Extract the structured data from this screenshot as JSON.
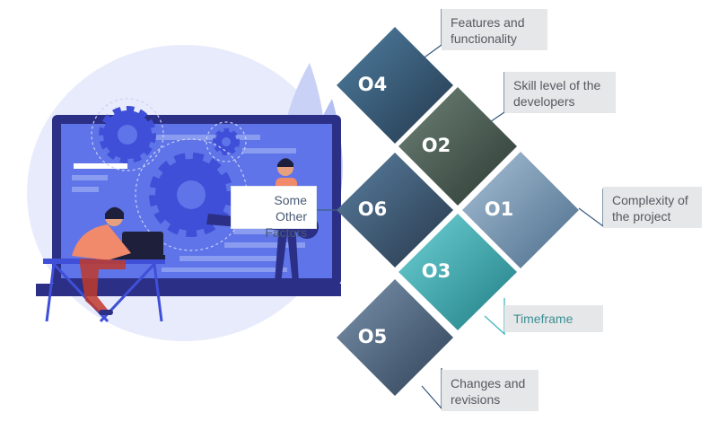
{
  "diagram": {
    "left_label": "Some Other\nFactors",
    "factors": [
      {
        "id": "f04",
        "number": "O4",
        "label": "Features and\nfunctionality",
        "label_color": "#54595f"
      },
      {
        "id": "f02",
        "number": "O2",
        "label": "Skill level of the\ndevelopers",
        "label_color": "#54595f"
      },
      {
        "id": "f06",
        "number": "O6",
        "label": "",
        "label_color": "#54595f"
      },
      {
        "id": "f01",
        "number": "O1",
        "label": "Complexity of\nthe project",
        "label_color": "#54595f"
      },
      {
        "id": "f03",
        "number": "O3",
        "label": "Timeframe",
        "label_color": "#3a8f95"
      },
      {
        "id": "f05",
        "number": "O5",
        "label": "Changes and\nrevisions",
        "label_color": "#54595f"
      }
    ]
  },
  "colors": {
    "accent_blue": "#3f4fd8",
    "blob": "#e8ebfb",
    "screen": "#5e74e8",
    "monitor": "#2b2f86",
    "teal": "#42b7bd",
    "label_bg": "#e6e7e8"
  }
}
